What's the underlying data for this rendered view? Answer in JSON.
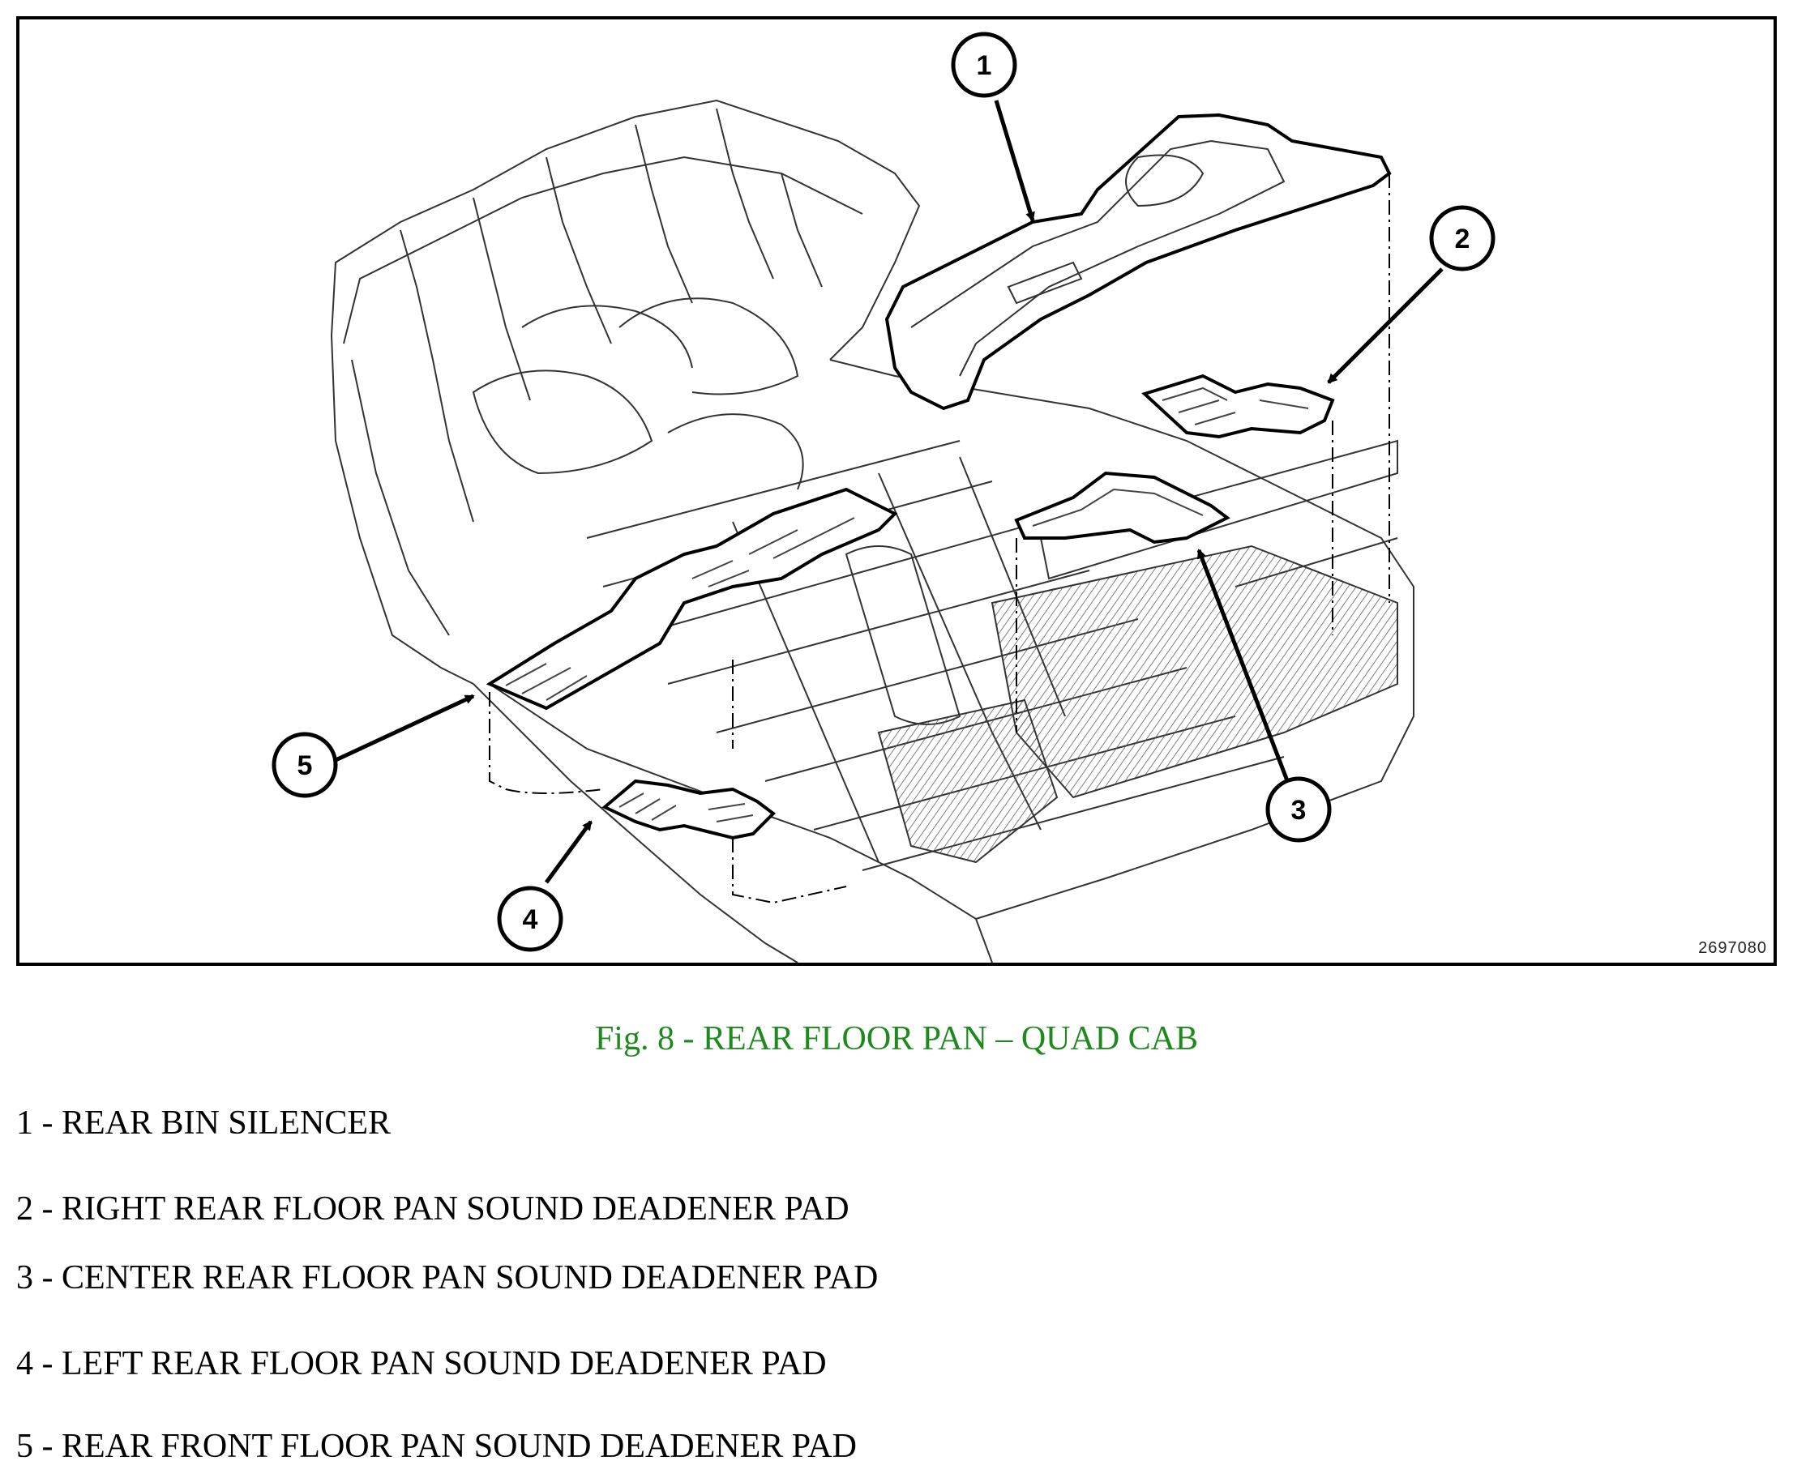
{
  "figure": {
    "reference_number": "2697080",
    "callouts": [
      "1",
      "2",
      "3",
      "4",
      "5"
    ]
  },
  "caption": "Fig. 8 - REAR FLOOR PAN – QUAD CAB",
  "legend": [
    "1 - REAR BIN SILENCER",
    "2 - RIGHT REAR FLOOR PAN SOUND DEADENER PAD",
    "3 - CENTER REAR FLOOR PAN SOUND DEADENER PAD",
    "4 - LEFT REAR FLOOR PAN SOUND DEADENER PAD",
    "5 - REAR FRONT FLOOR PAN SOUND DEADENER PAD"
  ],
  "colors": {
    "caption": "#1e8a1e",
    "line": "#000000"
  }
}
